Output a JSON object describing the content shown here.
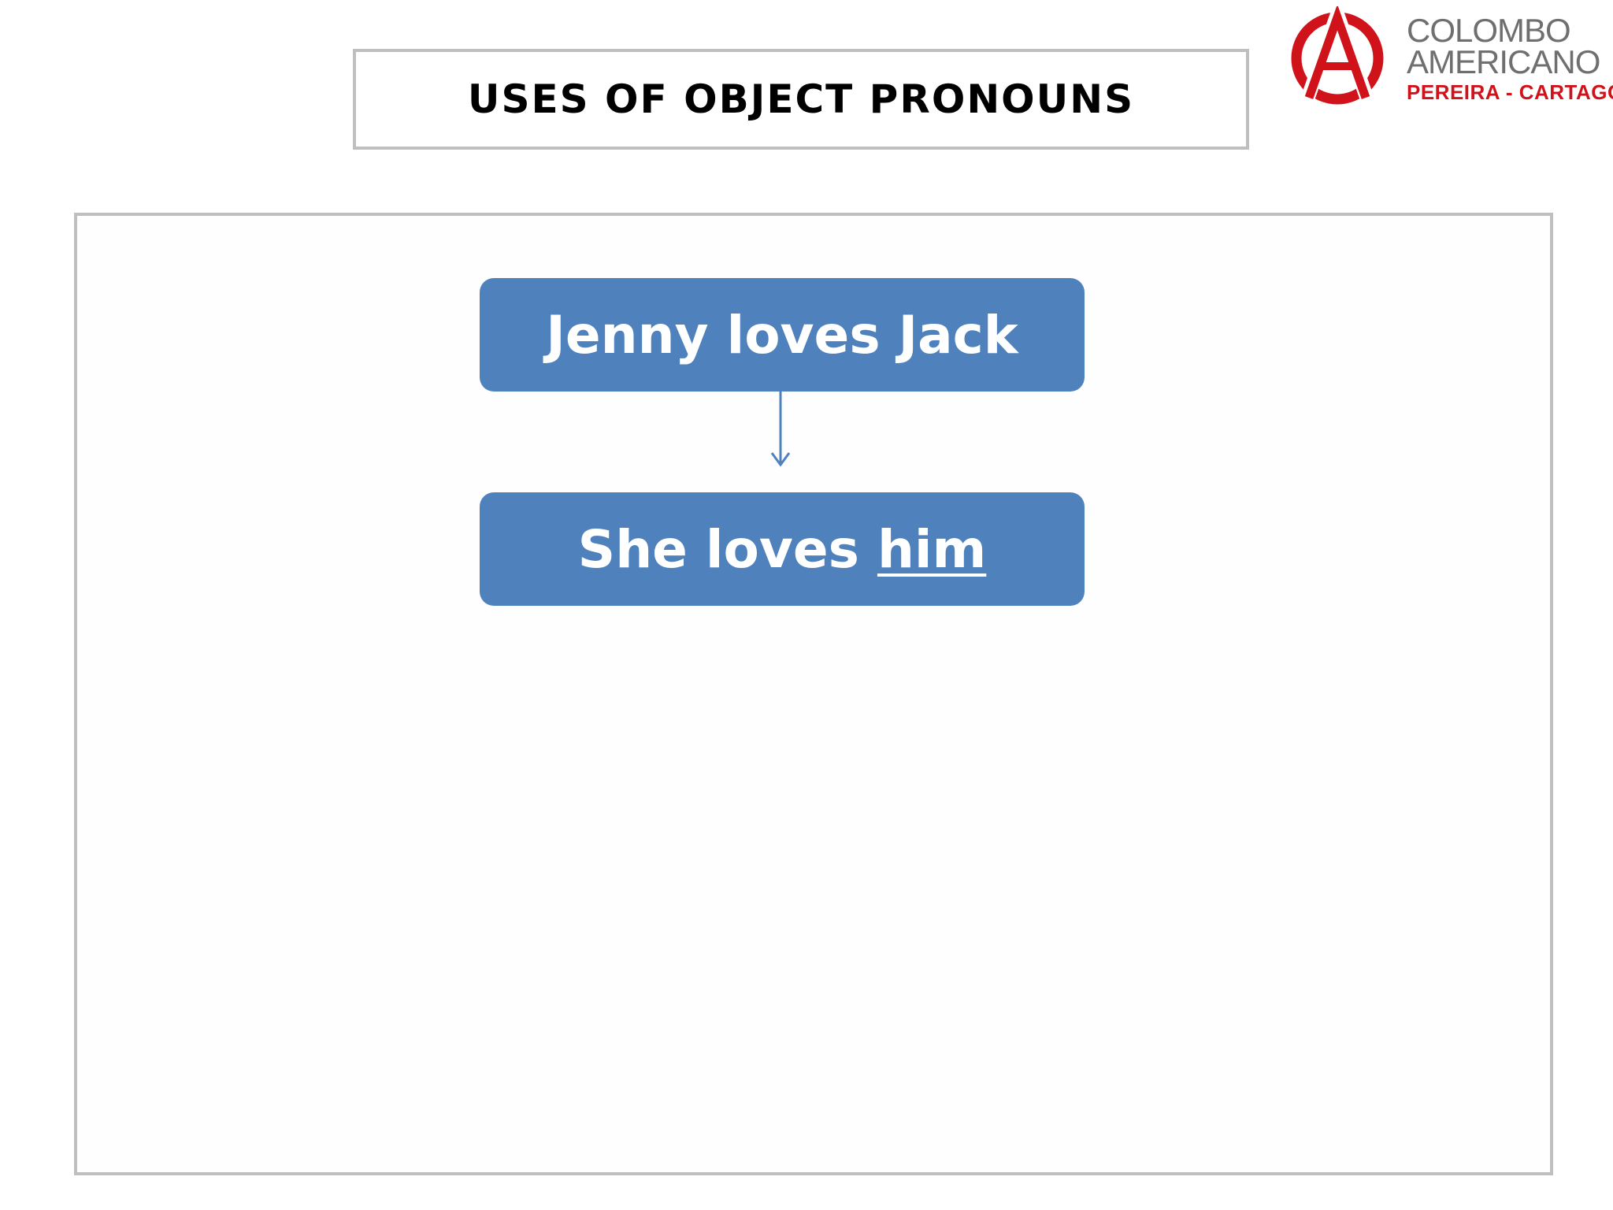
{
  "header": {
    "title": "USES OF OBJECT PRONOUNS"
  },
  "logo": {
    "line1": "COLOMBO",
    "line2": "AMERICANO",
    "line3": "PEREIRA - CARTAGO",
    "brand_color": "#d0121b",
    "text_color": "#6f6f6f"
  },
  "diagram": {
    "sentence_1": "Jenny loves Jack",
    "sentence_2_prefix": "She loves ",
    "sentence_2_pronoun": "him",
    "box_color": "#4f81bd",
    "arrow_icon": "arrow-down-icon"
  }
}
